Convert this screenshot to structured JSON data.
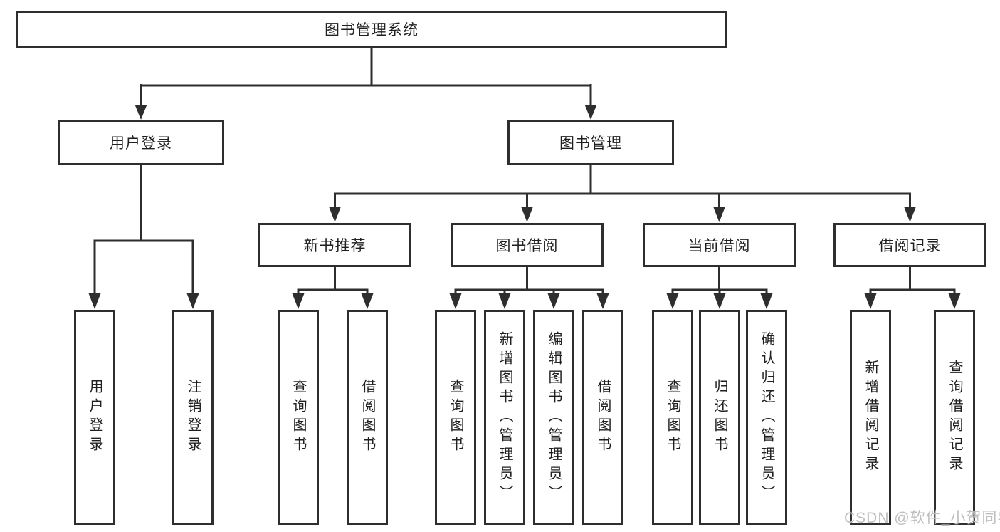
{
  "page": {
    "background": "#ffffff",
    "line_color": "#2e2e2e",
    "text_color": "#1f1f1f",
    "watermark": {
      "text": "CSDN @软件_小贺同学",
      "color": "#bfbfbf"
    }
  },
  "diagram": {
    "type": "tree",
    "root": {
      "label": "图书管理系统"
    },
    "branches": [
      {
        "label": "用户登录",
        "leaves": [
          {
            "label": "用户登录"
          },
          {
            "label": "注销登录"
          }
        ]
      },
      {
        "label": "图书管理",
        "sections": [
          {
            "label": "新书推荐",
            "leaves": [
              {
                "label": "查询图书"
              },
              {
                "label": "借阅图书"
              }
            ]
          },
          {
            "label": "图书借阅",
            "leaves": [
              {
                "label": "查询图书"
              },
              {
                "label": "新增图书（管理员）"
              },
              {
                "label": "编辑图书（管理员）"
              },
              {
                "label": "借阅图书"
              }
            ]
          },
          {
            "label": "当前借阅",
            "leaves": [
              {
                "label": "查询图书"
              },
              {
                "label": "归还图书"
              },
              {
                "label": "确认归还（管理员）"
              }
            ]
          },
          {
            "label": "借阅记录",
            "leaves": [
              {
                "label": "新增借阅记录"
              },
              {
                "label": "查询借阅记录"
              }
            ]
          }
        ]
      }
    ]
  }
}
